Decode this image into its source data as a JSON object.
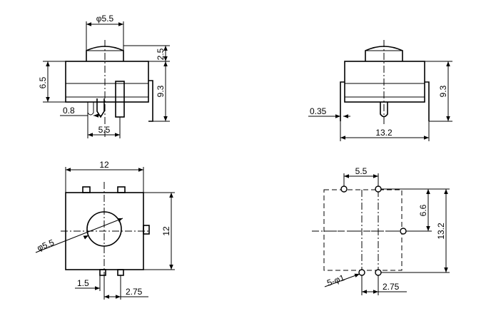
{
  "front_view": {
    "button_dia": "φ5.5",
    "button_height": "2.5",
    "body_height": "6.5",
    "total_height": "9.3",
    "pin_width": "0.8",
    "pin_pitch": "5.5"
  },
  "side_view": {
    "total_height": "9.3",
    "lead_thickness": "0.35",
    "body_width": "13.2"
  },
  "top_view": {
    "width": "12",
    "height": "12",
    "button_dia": "φ5.5",
    "offset_a": "1.5",
    "offset_b": "2.75"
  },
  "pcb_layout": {
    "pitch_top": "5.5",
    "pitch_right": "6.6",
    "height": "13.2",
    "holes": "5-φ1",
    "offset": "2.75"
  }
}
